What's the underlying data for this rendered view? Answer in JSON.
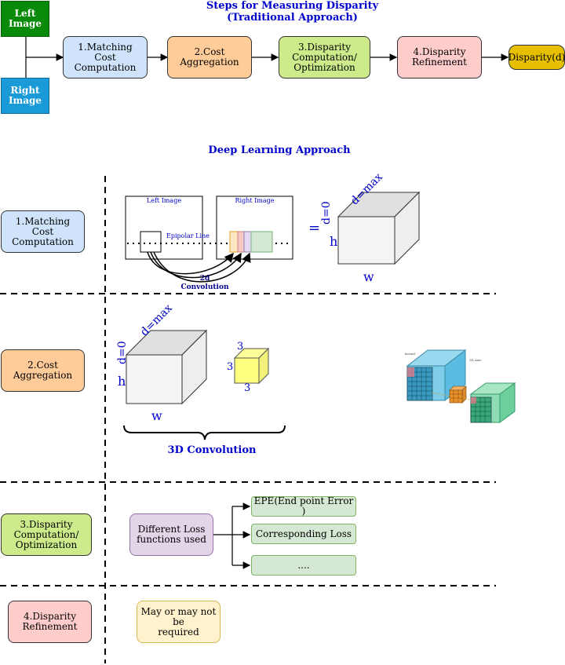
{
  "top": {
    "title": "Steps for Measuring  Disparity\n(Traditional Approach)",
    "left_image": "Left\nImage",
    "right_image": "Right\nImage",
    "steps": [
      "1.Matching\nCost Computation",
      "2.Cost\nAggregation",
      "3.Disparity\nComputation/\nOptimization",
      "4.Disparity\nRefinement"
    ],
    "output": "Disparity(d)"
  },
  "deep": {
    "title": "Deep Learning Approach",
    "rows": [
      "1.Matching\nCost Computation",
      "2.Cost\nAggregation",
      "3.Disparity\nComputation/\nOptimization",
      "4.Disparity\nRefinement"
    ],
    "matching": {
      "left_image": "Left Image",
      "right_image": "Right Image",
      "epipolar": "Epipolar Line",
      "conv": "2d\nConvolution",
      "equals": "=",
      "d0": "d=0",
      "dmax": "d=max",
      "h": "h",
      "w": "w"
    },
    "aggregation": {
      "d0": "d=0",
      "dmax": "d=max",
      "h": "h",
      "w": "w",
      "k1": "3",
      "k2": "3",
      "k3": "3",
      "title": "3D Convolution",
      "kernel_label": "kernel",
      "axis_label": "3D Axis"
    },
    "optimization": {
      "source": "Different Loss\nfunctions used",
      "losses": [
        "EPE(End point Error )",
        "Corresponding Loss",
        "...."
      ]
    },
    "refinement": {
      "note": "May or may not be\nrequired"
    }
  },
  "colors": {
    "green": "#0a8a0a",
    "sky": "#1a9ad6",
    "step1": "#cfe4fb",
    "step2": "#ffcc99",
    "step3": "#cdeb8b",
    "step4": "#ffcccc",
    "output": "#e6c000",
    "loss": "#d5e8d4",
    "source": "#e1d5e7",
    "note": "#fff2cc",
    "title_blue": "#0000cc"
  }
}
